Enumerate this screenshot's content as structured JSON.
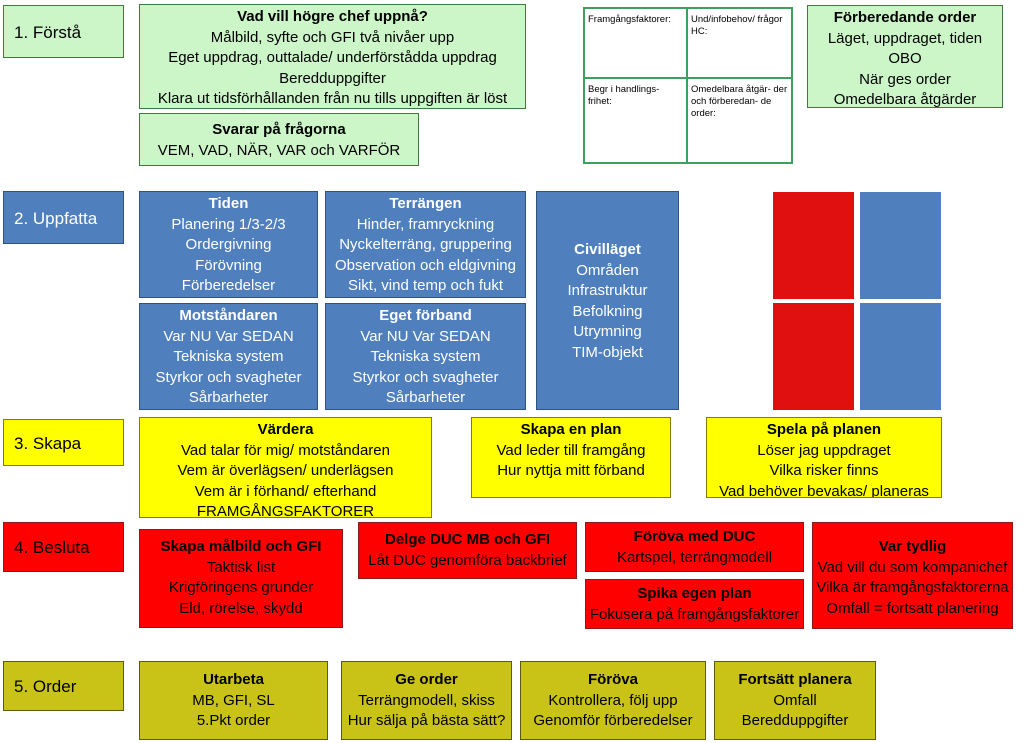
{
  "rows": {
    "forsta": "1. Förstå",
    "uppfatta": "2. Uppfatta",
    "skapa": "3. Skapa",
    "besluta": "4. Besluta",
    "order": "5. Order"
  },
  "forsta": {
    "hogre_chef": {
      "title": "Vad vill högre chef uppnå?",
      "lines": [
        "Målbild, syfte och GFI två nivåer upp",
        "Eget uppdrag, outtalade/ underförstådda uppdrag",
        "Beredduppgifter",
        "Klara ut tidsförhållanden från nu tills uppgiften är löst"
      ]
    },
    "svarar": {
      "title": "Svarar på frågorna",
      "lines": [
        "VEM, VAD, NÄR, VAR och VARFÖR"
      ]
    },
    "matrix": [
      "Framgångsfaktorer:",
      "Und/infobehov/ frågor HC:",
      "Begr i handlings- frihet:",
      "Omedelbara åtgär- der och förberedan- de order:"
    ],
    "forberedande": {
      "title": "Förberedande order",
      "lines": [
        "Läget, uppdraget, tiden",
        "OBO",
        "När ges order",
        "Omedelbara åtgärder"
      ]
    }
  },
  "uppfatta": {
    "tiden": {
      "title": "Tiden",
      "lines": [
        "Planering 1/3-2/3",
        "Ordergivning",
        "Förövning",
        "Förberedelser"
      ]
    },
    "terrangen": {
      "title": "Terrängen",
      "lines": [
        "Hinder, framryckning",
        "Nyckelterräng, gruppering",
        "Observation och eldgivning",
        "Sikt, vind temp och fukt"
      ]
    },
    "civillaget": {
      "title": "Civilläget",
      "lines": [
        "Områden",
        "Infrastruktur",
        "Befolkning",
        "Utrymning",
        "TIM-objekt"
      ]
    },
    "motstandaren": {
      "title": "Motståndaren",
      "lines": [
        "Var NU Var SEDAN",
        "Tekniska system",
        "Styrkor och svagheter",
        "Sårbarheter"
      ]
    },
    "eget_forband": {
      "title": "Eget förband",
      "lines": [
        "Var NU Var SEDAN",
        "Tekniska system",
        "Styrkor och svagheter",
        "Sårbarheter"
      ]
    },
    "colors": {
      "red": "#ff0000",
      "blue": "#4f7fbd"
    }
  },
  "skapa": {
    "vardera": {
      "title": "Värdera",
      "lines": [
        "Vad talar för mig/ motståndaren",
        "Vem är överlägsen/ underlägsen",
        "Vem är i förhand/ efterhand",
        "FRAMGÅNGSFAKTORER"
      ]
    },
    "plan": {
      "title": "Skapa en plan",
      "lines": [
        "Vad leder till framgång",
        "Hur nyttja mitt förband"
      ]
    },
    "spela": {
      "title": "Spela på planen",
      "lines": [
        "Löser jag uppdraget",
        "Vilka risker finns",
        "Vad behöver bevakas/ planeras"
      ]
    }
  },
  "besluta": {
    "malbild": {
      "title": "Skapa målbild och GFI",
      "lines": [
        "Taktisk list",
        "Krigföringens grunder",
        "Eld, rörelse, skydd"
      ]
    },
    "delge": {
      "title": "Delge DUC MB och GFI",
      "lines": [
        "Låt DUC genomföra backbrief"
      ]
    },
    "forova_duc": {
      "title": "Föröva med DUC",
      "lines": [
        "Kartspel, terrängmodell"
      ]
    },
    "spika": {
      "title": "Spika egen plan",
      "lines": [
        "Fokusera på framgångsfaktorer"
      ]
    },
    "tydlig": {
      "title": "Var tydlig",
      "lines": [
        "Vad vill du som kompanichef",
        "Vilka är framgångsfaktorerna",
        "Omfall = fortsatt planering"
      ]
    }
  },
  "order": {
    "utarbeta": {
      "title": "Utarbeta",
      "lines": [
        "MB, GFI, SL",
        "5.Pkt order"
      ]
    },
    "ge_order": {
      "title": "Ge order",
      "lines": [
        "Terrängmodell, skiss",
        "Hur sälja på bästa sätt?"
      ]
    },
    "forova": {
      "title": "Föröva",
      "lines": [
        "Kontrollera, följ upp",
        "Genomför förberedelser"
      ]
    },
    "fortsatt": {
      "title": "Fortsätt planera",
      "lines": [
        "Omfall",
        "Beredduppgifter"
      ]
    }
  }
}
